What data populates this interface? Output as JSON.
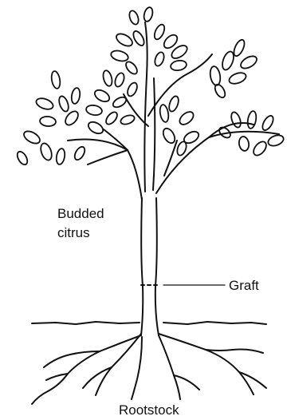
{
  "labels": {
    "budded_line1": "Budded",
    "budded_line2": "citrus",
    "graft": "Graft",
    "rootstock": "Rootstock"
  },
  "colors": {
    "ink": "#111111",
    "background": "#ffffff"
  }
}
